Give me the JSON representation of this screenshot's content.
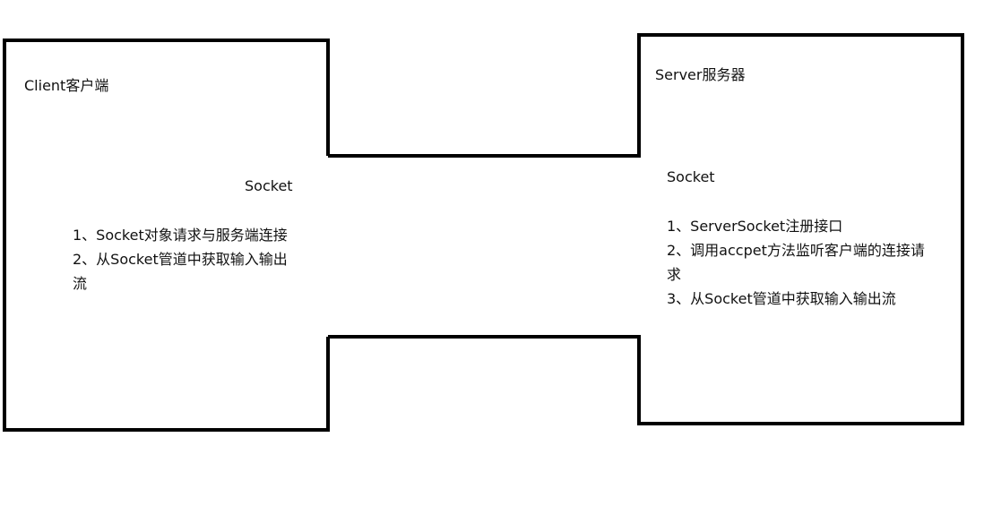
{
  "diagram": {
    "client": {
      "title": "Client客户端",
      "socket_label": "Socket",
      "steps": [
        "1、Socket对象请求与服务端连接",
        "2、从Socket管道中获取输入输出流"
      ]
    },
    "server": {
      "title": "Server服务器",
      "socket_label": "Socket",
      "steps": [
        "1、ServerSocket注册接口",
        "2、调用accpet方法监听客户端的连接请求",
        "3、从Socket管道中获取输入输出流"
      ]
    },
    "colors": {
      "stroke": "#000000",
      "text": "#111111",
      "background": "#ffffff"
    }
  }
}
